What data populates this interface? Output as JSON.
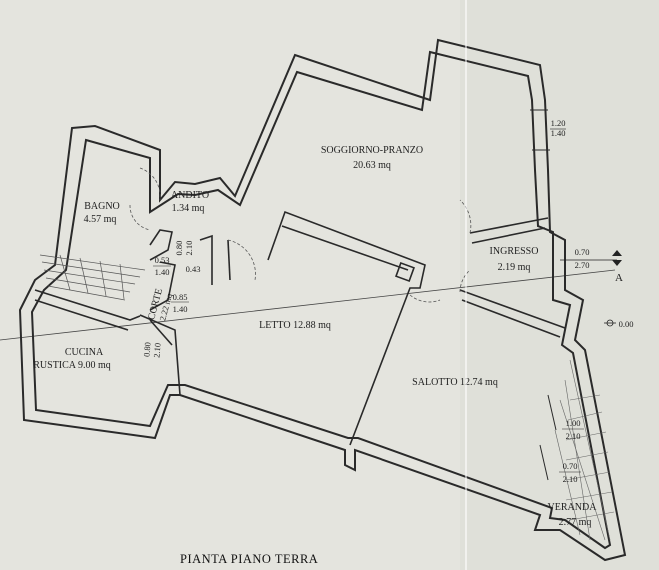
{
  "title": "PIANTA PIANO TERRA",
  "section_marker": "A",
  "level_marker": "0.00",
  "rooms": {
    "soggiorno": {
      "name": "SOGGIORNO-PRANZO",
      "area": "20.63 mq"
    },
    "bagno": {
      "name": "BAGNO",
      "area": "4.57 mq"
    },
    "andito": {
      "name": "ANDITO",
      "area": "1.34 mq"
    },
    "ingresso": {
      "name": "INGRESSO",
      "area": "2.19 mq"
    },
    "letto": {
      "name": "LETTO",
      "area": "12.88 mq"
    },
    "salotto": {
      "name": "SALOTTO",
      "area": "12.74 mq"
    },
    "cucina": {
      "name": "CUCINA",
      "name2": "RUSTICA",
      "area": "9.00 mq"
    },
    "corte": {
      "name": "CORTE",
      "area": "2.22 mq"
    },
    "veranda": {
      "name": "VERANDA",
      "area": "2.77 mq"
    }
  },
  "openings": {
    "w_top_right": {
      "w": "1.20",
      "h": "1.40"
    },
    "d_ingresso": {
      "w": "0.70",
      "h": "2.70"
    },
    "w_salotto_1": {
      "w": "1.00",
      "h": "2.10"
    },
    "w_salotto_2": {
      "w": "0.70",
      "h": "2.10"
    },
    "d_andito": {
      "w": "0.80",
      "h": "2.10"
    },
    "w_bagno": {
      "w": "0.53",
      "h": "1.40"
    },
    "corte_w": {
      "w": "0.85",
      "h": "1.40"
    },
    "d_cucina": {
      "w": "0.80",
      "h": "2.10"
    },
    "step": "0.43"
  }
}
